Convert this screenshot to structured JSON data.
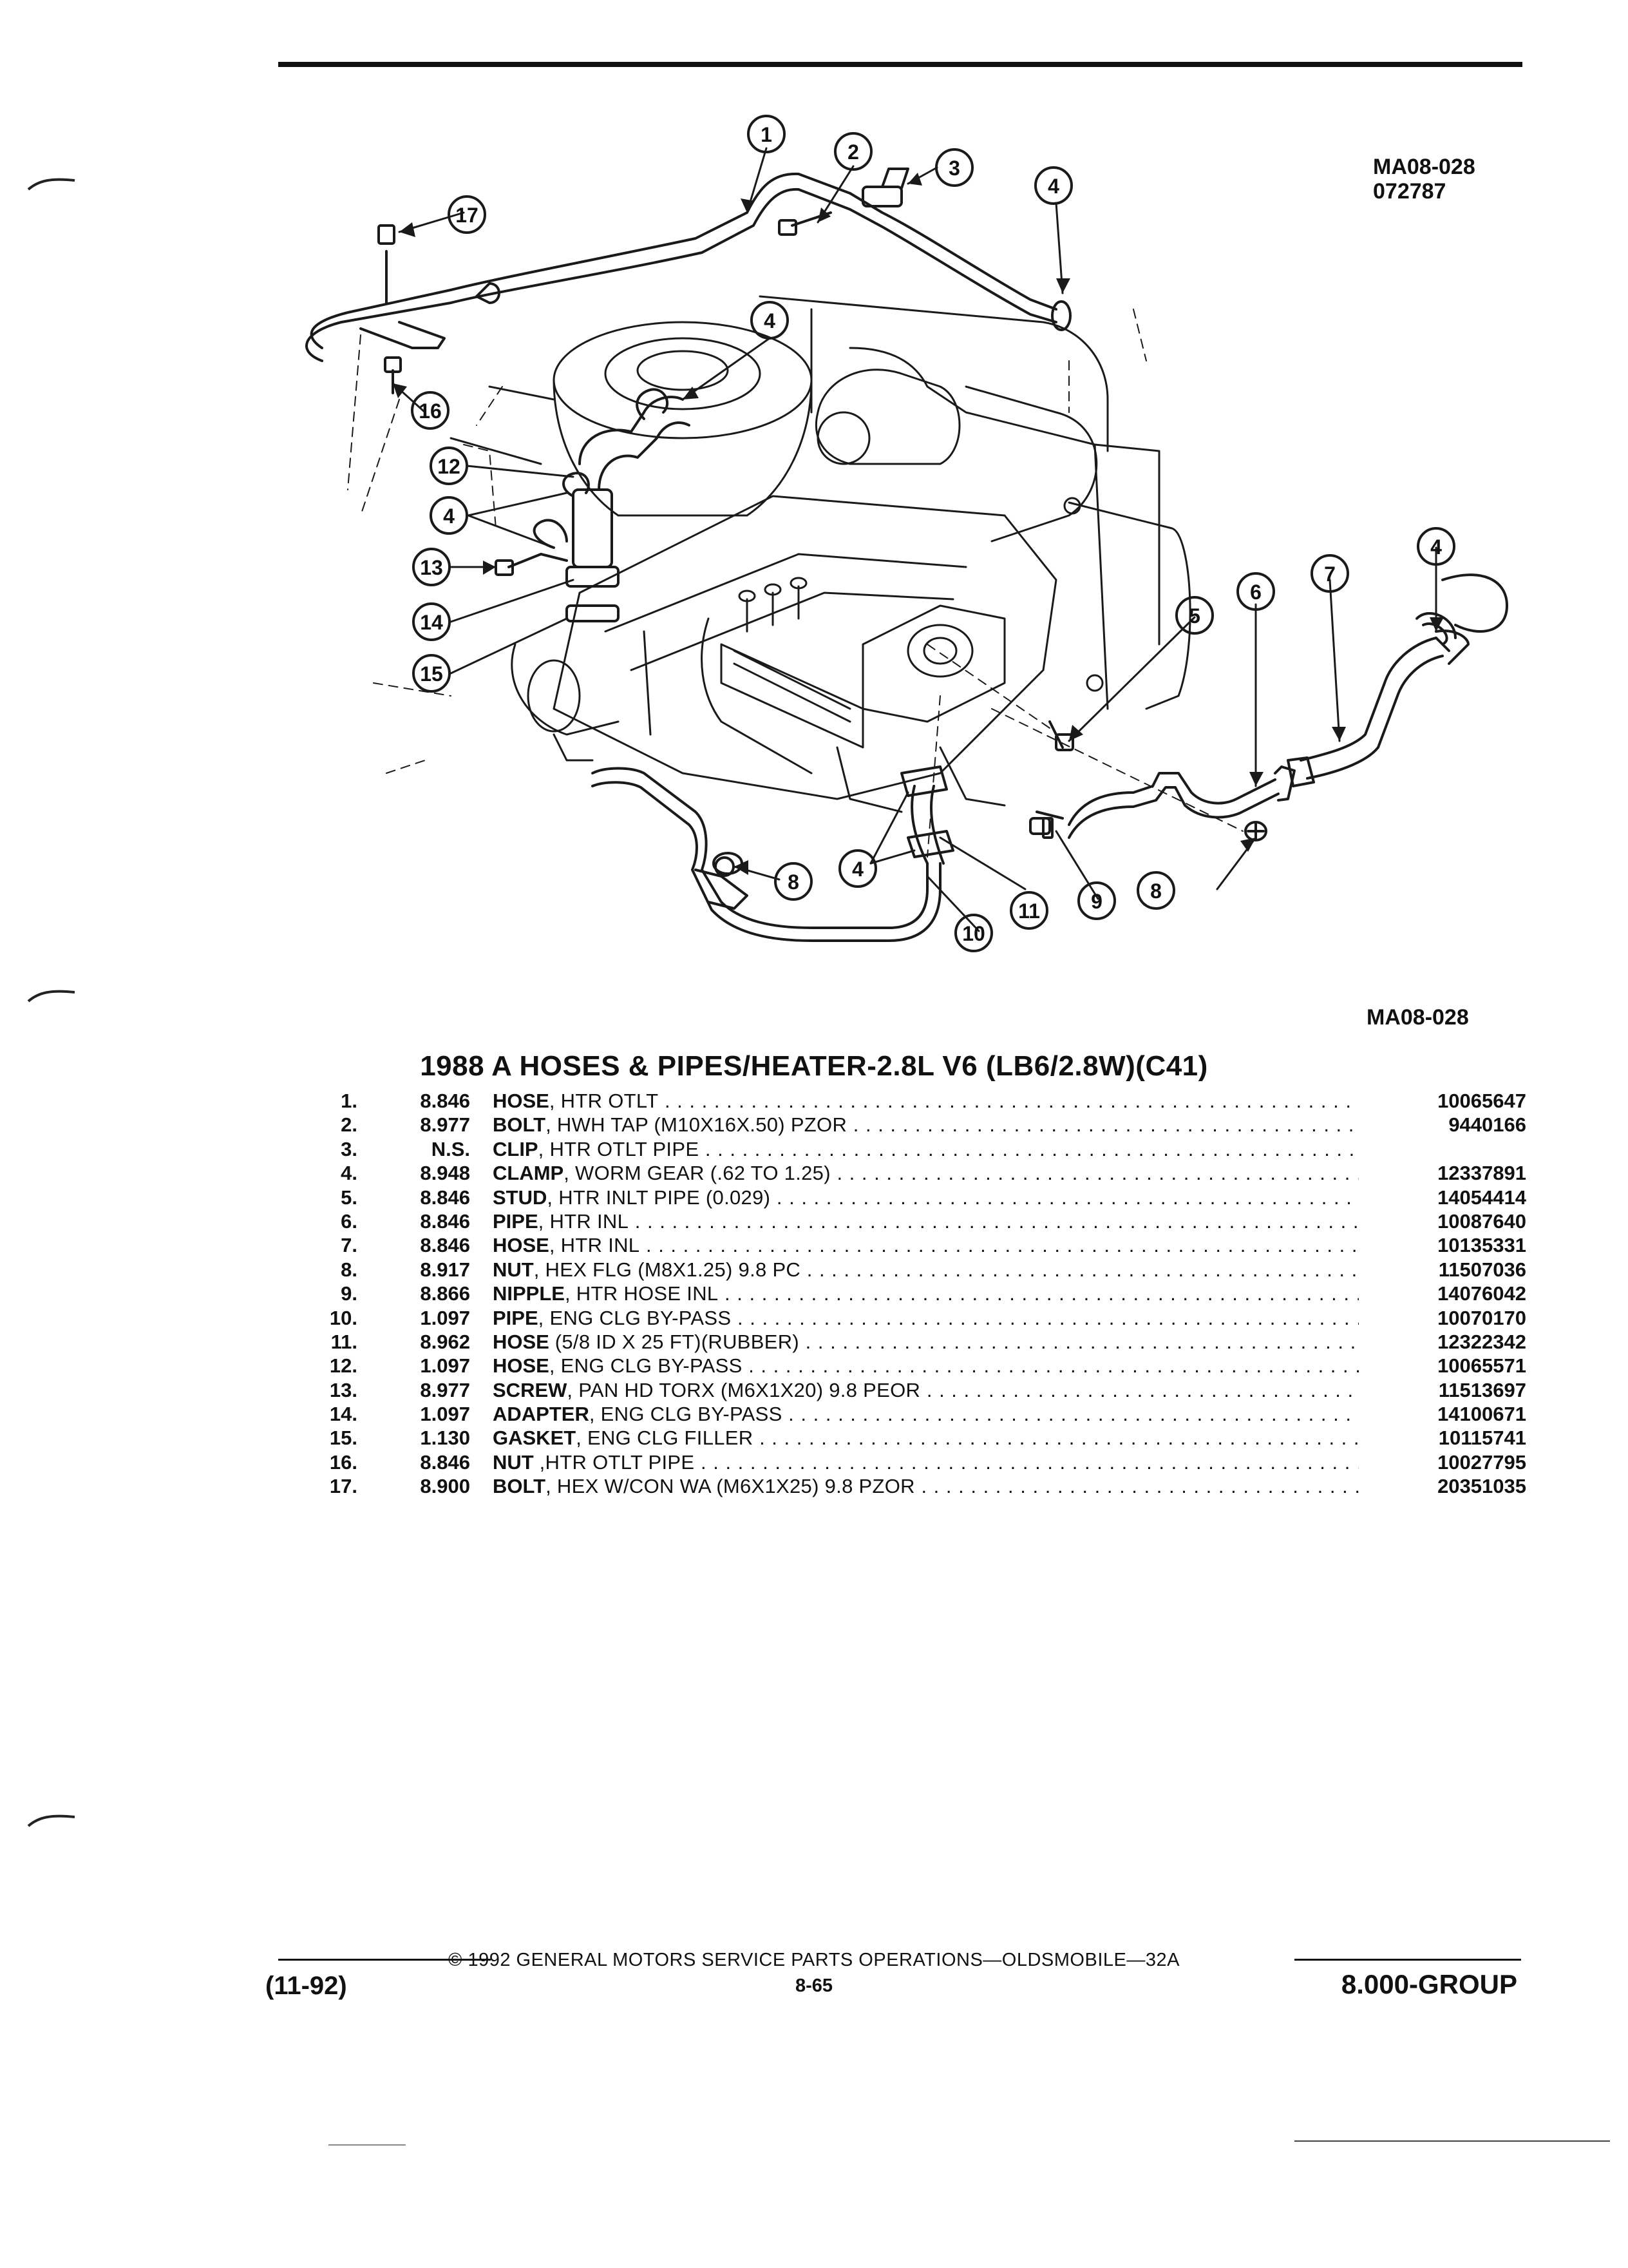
{
  "figure_code_top": "MA08-028",
  "figure_date": "072787",
  "figure_code_bottom": "MA08-028",
  "callouts": [
    "1",
    "2",
    "3",
    "4",
    "4",
    "4",
    "4",
    "4",
    "5",
    "6",
    "7",
    "8",
    "8",
    "9",
    "10",
    "11",
    "12",
    "13",
    "14",
    "15",
    "16",
    "17"
  ],
  "title": "1988 A HOSES & PIPES/HEATER-2.8L V6 (LB6/2.8W)(C41)",
  "parts": [
    {
      "idx": "1.",
      "group": "8.846",
      "name": "HOSE",
      "desc": ", HTR OTLT",
      "number": "10065647"
    },
    {
      "idx": "2.",
      "group": "8.977",
      "name": "BOLT",
      "desc": ", HWH TAP (M10X16X.50) PZOR",
      "number": "9440166"
    },
    {
      "idx": "3.",
      "group": "N.S.",
      "name": "CLIP",
      "desc": ", HTR OTLT PIPE",
      "number": ""
    },
    {
      "idx": "4.",
      "group": "8.948",
      "name": "CLAMP",
      "desc": ", WORM GEAR (.62 TO 1.25)",
      "number": "12337891"
    },
    {
      "idx": "5.",
      "group": "8.846",
      "name": "STUD",
      "desc": ", HTR INLT PIPE (0.029)",
      "number": "14054414"
    },
    {
      "idx": "6.",
      "group": "8.846",
      "name": "PIPE",
      "desc": ", HTR INL",
      "number": "10087640"
    },
    {
      "idx": "7.",
      "group": "8.846",
      "name": "HOSE",
      "desc": ", HTR INL",
      "number": "10135331"
    },
    {
      "idx": "8.",
      "group": "8.917",
      "name": "NUT",
      "desc": ", HEX FLG (M8X1.25) 9.8 PC",
      "number": "11507036"
    },
    {
      "idx": "9.",
      "group": "8.866",
      "name": "NIPPLE",
      "desc": ", HTR HOSE INL",
      "number": "14076042"
    },
    {
      "idx": "10.",
      "group": "1.097",
      "name": "PIPE",
      "desc": ", ENG CLG BY-PASS",
      "number": "10070170"
    },
    {
      "idx": "11.",
      "group": "8.962",
      "name": "HOSE",
      "desc": " (5/8 ID X 25 FT)(RUBBER)",
      "number": "12322342"
    },
    {
      "idx": "12.",
      "group": "1.097",
      "name": "HOSE",
      "desc": ", ENG CLG BY-PASS",
      "number": "10065571"
    },
    {
      "idx": "13.",
      "group": "8.977",
      "name": "SCREW",
      "desc": ", PAN HD TORX (M6X1X20) 9.8 PEOR",
      "number": "11513697"
    },
    {
      "idx": "14.",
      "group": "1.097",
      "name": "ADAPTER",
      "desc": ", ENG CLG BY-PASS",
      "number": "14100671"
    },
    {
      "idx": "15.",
      "group": "1.130",
      "name": "GASKET",
      "desc": ", ENG CLG FILLER",
      "number": "10115741"
    },
    {
      "idx": "16.",
      "group": "8.846",
      "name": "NUT",
      "desc": " ,HTR OTLT PIPE",
      "number": "10027795"
    },
    {
      "idx": "17.",
      "group": "8.900",
      "name": "BOLT",
      "desc": ", HEX W/CON WA (M6X1X25) 9.8 PZOR",
      "number": "20351035"
    }
  ],
  "footer": {
    "copyright": "© 1992 GENERAL MOTORS SERVICE PARTS OPERATIONS—OLDSMOBILE—32A",
    "page": "8-65",
    "date": "(11-92)",
    "group": "8.000-GROUP"
  }
}
